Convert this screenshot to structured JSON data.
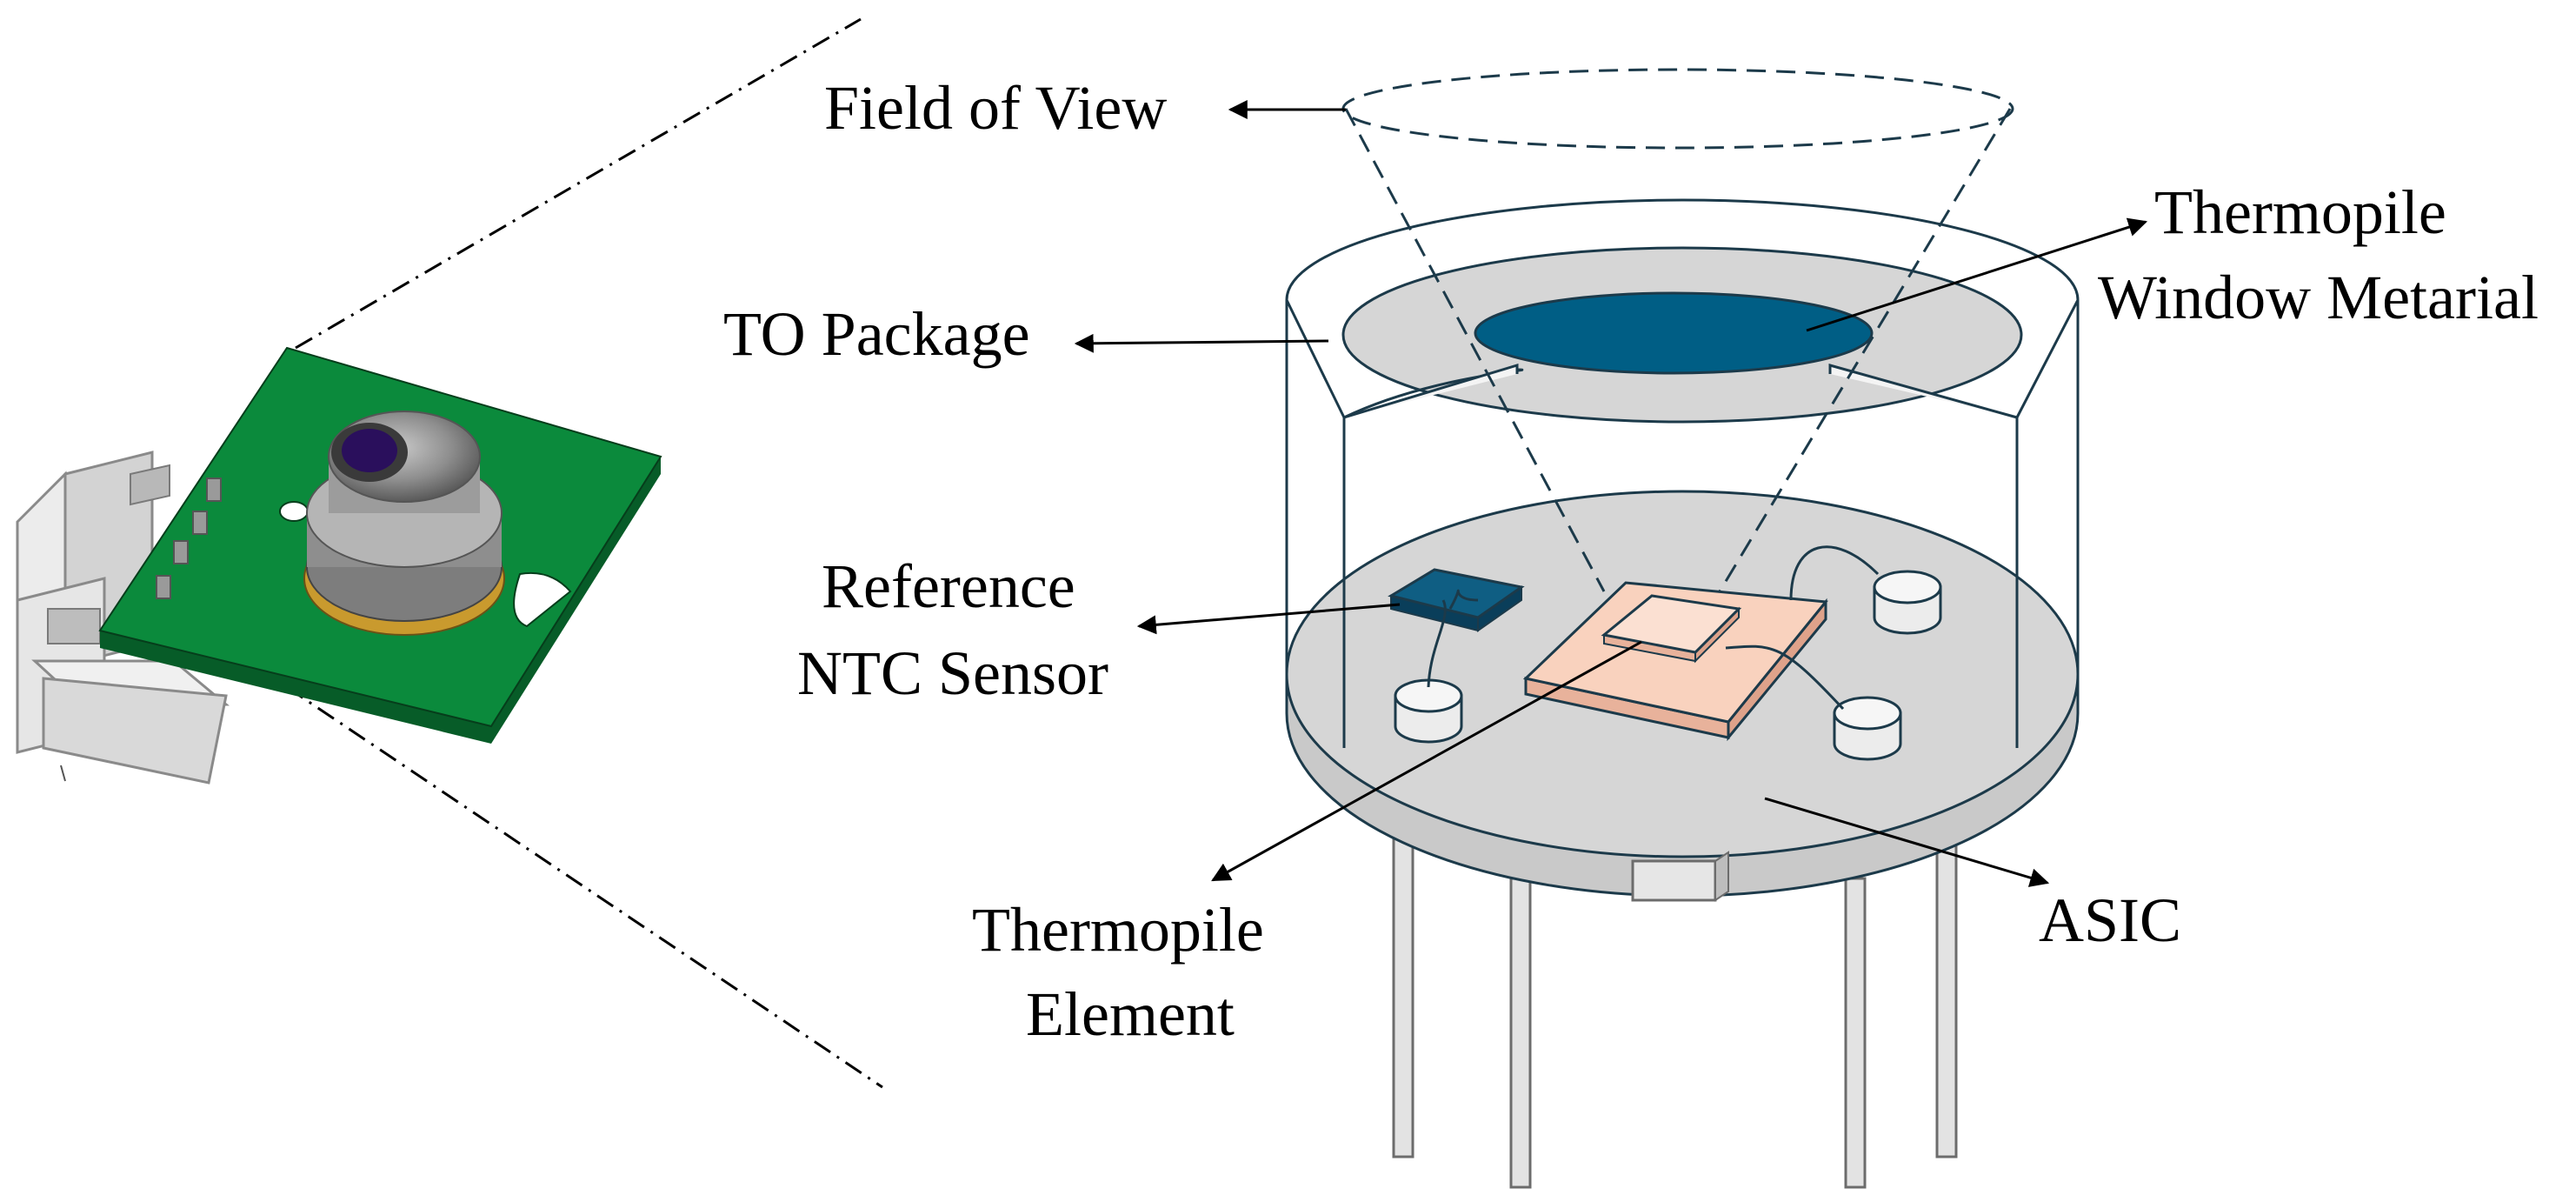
{
  "labels": {
    "field_of_view": "Field of View",
    "to_package": "TO Package",
    "window_line1": "Thermopile",
    "window_line2": "Window Metarial",
    "reference_line1": "Reference",
    "reference_line2": "NTC Sensor",
    "element_line1": "Thermopile",
    "element_line2": "Element",
    "asic": "ASIC"
  },
  "colors": {
    "window": "#005e85",
    "ntc_sensor": "#0f5e83",
    "thermopile_element": "#f9d2be",
    "package_gray": "#d6d6d6",
    "pcb_green": "#0b8a3c",
    "outline": "#1c3a4a"
  }
}
